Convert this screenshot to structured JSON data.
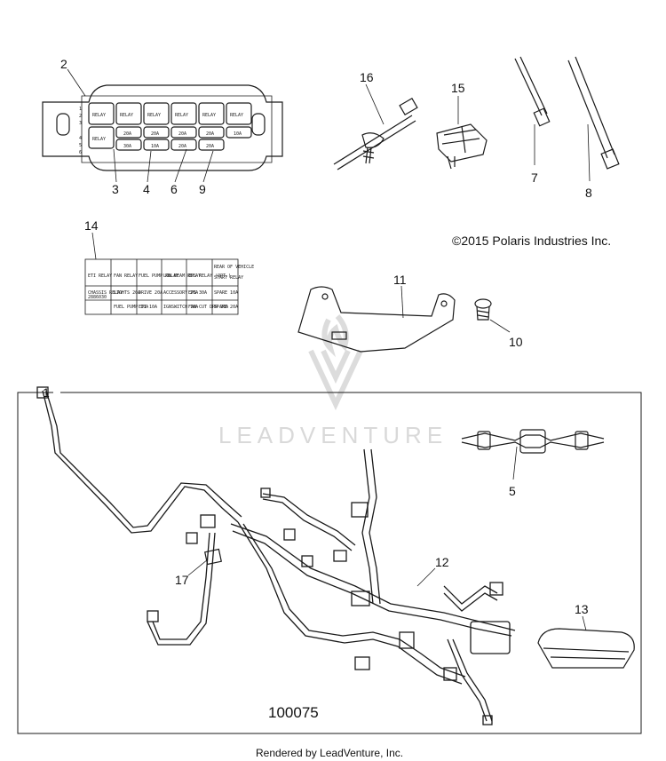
{
  "copyright": "©2015 Polaris Industries Inc.",
  "figure_number": "100075",
  "watermark": "LEADVENTURE",
  "footer": "Rendered by LeadVenture, Inc.",
  "callouts": {
    "c1": "1",
    "c2": "2",
    "c3": "3",
    "c4": "4",
    "c5": "5",
    "c6": "6",
    "c7": "7",
    "c8": "8",
    "c9": "9",
    "c10": "10",
    "c11": "11",
    "c12": "12",
    "c13": "13",
    "c14": "14",
    "c15": "15",
    "c16": "16",
    "c17": "17"
  },
  "fuse_box": {
    "relay_label": "RELAY",
    "fuses": [
      "20A",
      "20A",
      "20A",
      "20A",
      "10A",
      "30A",
      "10A",
      "20A",
      "20A"
    ],
    "side_numbers": [
      "1",
      "2",
      "3",
      "4",
      "5",
      "6"
    ]
  },
  "decal": {
    "row1": [
      "ETI RELAY",
      "FAN RELAY",
      "FUEL PUMP RELAY",
      "LOW BEAM RELAY",
      "EPS RELAY (OPT.)",
      "START RELAY"
    ],
    "row1_header": "REAR OF VEHICLE",
    "row2": [
      "CHASSIS RELAY",
      "LIGHTS 20A",
      "DRIVE 20A",
      "ACCESSORY 20A",
      "EPS 30A",
      "SPARE 10A"
    ],
    "row2_sub": "2886030",
    "row3": [
      "FUEL PUMP 10A",
      "ETI 10A",
      "IGNSWITCH 10A",
      "FAN-CUT DRR 20A",
      "SPARE 20A"
    ]
  },
  "colors": {
    "line": "#1a1a1a",
    "watermark": "#d9d9d9"
  }
}
